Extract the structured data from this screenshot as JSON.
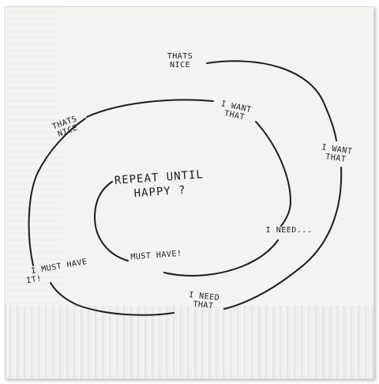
{
  "labels": {
    "outer_top": [
      "THATS",
      "NICE"
    ],
    "outer_right": [
      "I WANT",
      "THAT"
    ],
    "outer_bottom": [
      "I NEED",
      "THAT"
    ],
    "outer_left": [
      "I MUST HAVE",
      "IT!"
    ],
    "middle_top_left": [
      "THATS",
      "NICE"
    ],
    "middle_top_right": [
      "I WANT",
      "THAT"
    ],
    "middle_right": [
      "I NEED..."
    ],
    "inner_bottom": [
      "MUST HAVE!"
    ],
    "center": [
      "REPEAT UNTIL",
      "HAPPY ?"
    ]
  },
  "colors": {
    "ink": "#1c1c1c",
    "napkin": "#f3f3f1"
  }
}
